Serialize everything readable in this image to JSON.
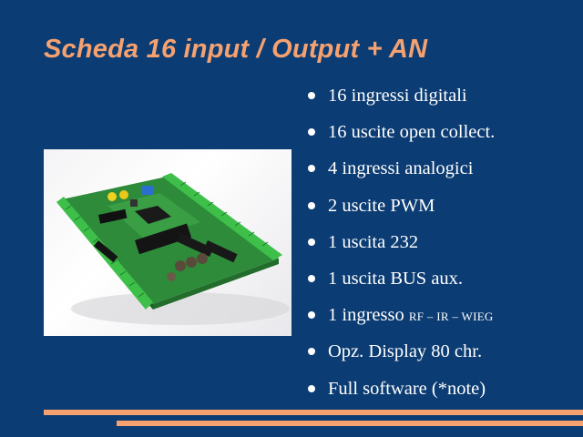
{
  "slide": {
    "title": "Scheda 16 input / Output + AN",
    "bullets": [
      {
        "text": "16 ingressi digitali",
        "small": ""
      },
      {
        "text": "16 uscite open collect.",
        "small": ""
      },
      {
        "text": "4 ingressi analogici",
        "small": ""
      },
      {
        "text": "2 uscite PWM",
        "small": ""
      },
      {
        "text": "1 uscita 232",
        "small": ""
      },
      {
        "text": "1 uscita BUS aux.",
        "small": ""
      },
      {
        "text": "1 ingresso ",
        "small": "RF – IR – WIEG"
      },
      {
        "text": "Opz. Display 80 chr.",
        "small": ""
      },
      {
        "text": "Full software (*note)",
        "small": ""
      }
    ]
  },
  "colors": {
    "background": "#0b3c73",
    "accent": "#f5a170",
    "text": "#ffffff"
  },
  "photo": {
    "description_icon": "circuit-board-photo"
  }
}
